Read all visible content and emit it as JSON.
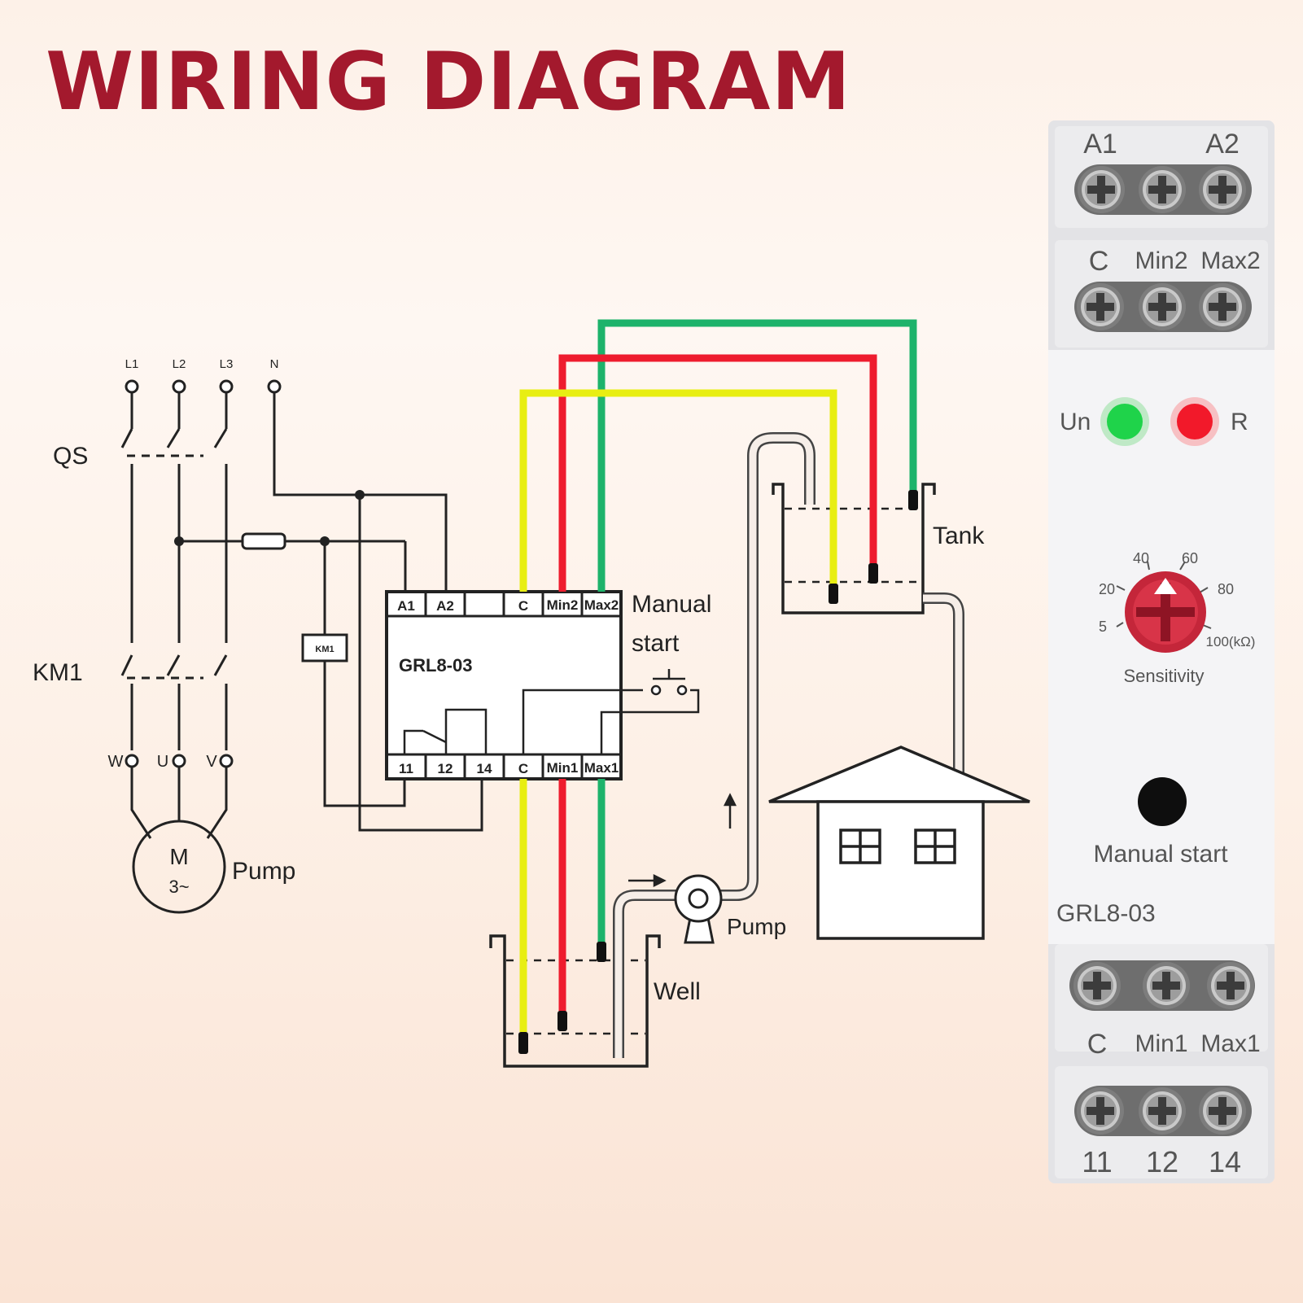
{
  "title": "WIRING DIAGRAM",
  "colors": {
    "title": "#a3192d",
    "wire_green": "#1db36b",
    "wire_red": "#ee1c2e",
    "wire_yellow": "#e8ee12",
    "led_green": "#1fd34a",
    "led_red": "#f2192a",
    "knob": "#c4263a"
  },
  "supply": {
    "l1": "L1",
    "l2": "L2",
    "l3": "L3",
    "n": "N"
  },
  "switch_qs": "QS",
  "contactor": "KM1",
  "coil": "KM1",
  "motor": {
    "phase_w": "W",
    "phase_u": "U",
    "phase_v": "V",
    "symbol": "M",
    "subtitle": "3~",
    "label": "Pump"
  },
  "relay_box": {
    "model": "GRL8-03",
    "top_terminals": [
      "A1",
      "A2",
      "",
      "C",
      "Min2",
      "Max2"
    ],
    "bottom_terminals": [
      "11",
      "12",
      "14",
      "C",
      "Min1",
      "Max1"
    ]
  },
  "manual_start_lines": [
    "Manual",
    "start"
  ],
  "tank_label": "Tank",
  "well_label": "Well",
  "pump_label": "Pump",
  "device": {
    "top_row1": [
      "A1",
      "A2"
    ],
    "top_row2": [
      "C",
      "Min2",
      "Max2"
    ],
    "led_un": "Un",
    "led_r": "R",
    "dial_scale": [
      "5",
      "20",
      "40",
      "60",
      "80",
      "100(kΩ)"
    ],
    "dial_caption": "Sensitivity",
    "button_label": "Manual start",
    "model": "GRL8-03",
    "bottom_row1": [
      "C",
      "Min1",
      "Max1"
    ],
    "bottom_row2": [
      "11",
      "12",
      "14"
    ]
  }
}
